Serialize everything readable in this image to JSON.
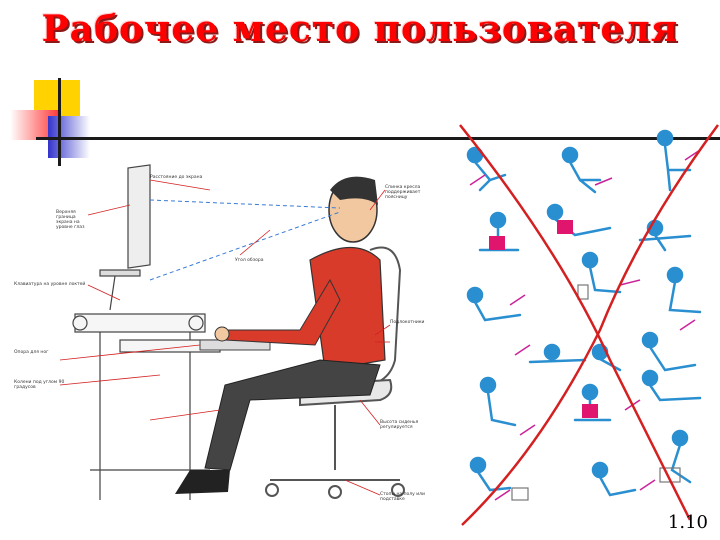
{
  "title": "Рабочее место пользователя",
  "page_number": "1.10",
  "colors": {
    "title": "#ff0000",
    "accent_yellow": "#ffd200",
    "accent_red": "#ff3333",
    "accent_blue": "#3333cc",
    "figure_blue": "#2a8fd0",
    "figure_magenta": "#e0156e",
    "cross_red": "#d42020"
  },
  "labels": {
    "l1": "Верхняя граница экрана на уровне глаз",
    "l2": "Расстояние до экрана",
    "l3": "Клавиатура на уровне локтей",
    "l4": "Опора для ног",
    "l5": "Колени под углом 90 градусов",
    "l6": "Спинка кресла поддерживает поясницу",
    "l7": "Подлокотники",
    "l8": "Высота сиденья регулируется",
    "l9": "Стопы на полу или подставке",
    "l10": "Угол обзора"
  },
  "icons": {
    "ergonomic_diagram": "ergonomic-workstation-illustration",
    "bad_postures": "bad-postures-grid-icon",
    "cross": "red-cross-icon"
  }
}
